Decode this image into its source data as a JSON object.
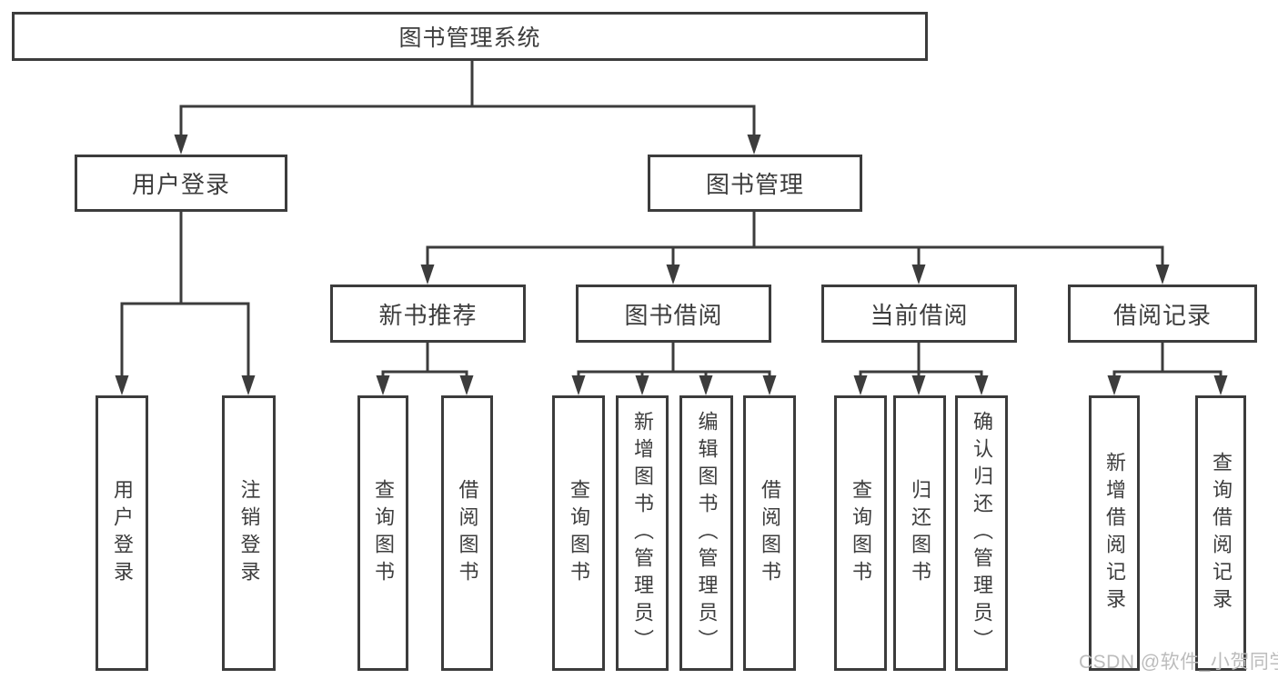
{
  "nodes": {
    "root": "图书管理系统",
    "user_login": "用户登录",
    "book_mgmt": "图书管理",
    "new_book_rec": "新书推荐",
    "book_borrow": "图书借阅",
    "current_borrow": "当前借阅",
    "borrow_records": "借阅记录",
    "leaf_user_login": "用户登录",
    "leaf_logout": "注销登录",
    "leaf_nbr_query": "查询图书",
    "leaf_nbr_borrow": "借阅图书",
    "leaf_bb_query": "查询图书",
    "leaf_bb_add": "新增图书（管理员）",
    "leaf_bb_edit": "编辑图书（管理员）",
    "leaf_bb_borrow": "借阅图书",
    "leaf_cb_query": "查询图书",
    "leaf_cb_return": "归还图书",
    "leaf_cb_confirm": "确认归还（管理员）",
    "leaf_br_add": "新增借阅记录",
    "leaf_br_query": "查询借阅记录"
  },
  "hierarchy": {
    "root": [
      "user_login",
      "book_mgmt"
    ],
    "user_login": [
      "leaf_user_login",
      "leaf_logout"
    ],
    "book_mgmt": [
      "new_book_rec",
      "book_borrow",
      "current_borrow",
      "borrow_records"
    ],
    "new_book_rec": [
      "leaf_nbr_query",
      "leaf_nbr_borrow"
    ],
    "book_borrow": [
      "leaf_bb_query",
      "leaf_bb_add",
      "leaf_bb_edit",
      "leaf_bb_borrow"
    ],
    "current_borrow": [
      "leaf_cb_query",
      "leaf_cb_return",
      "leaf_cb_confirm"
    ],
    "borrow_records": [
      "leaf_br_add",
      "leaf_br_query"
    ]
  },
  "watermark": {
    "text": "CSDN @软件_小贺同学"
  },
  "colors": {
    "line": "#3c3c3c",
    "text": "#3d3d3d",
    "watermark": "#bcbcbc",
    "background": "#ffffff"
  }
}
